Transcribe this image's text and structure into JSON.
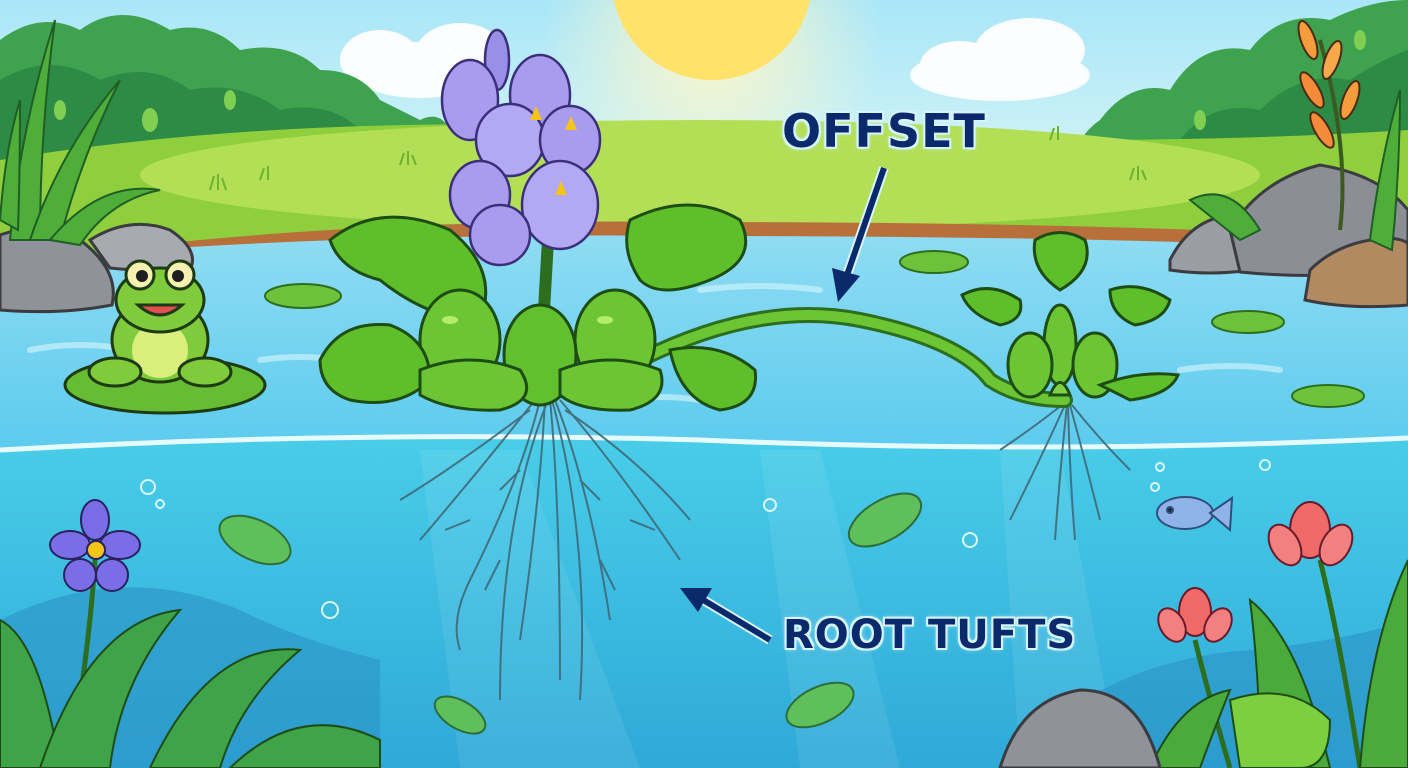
{
  "labels": {
    "offset": "OFFSET",
    "root_tufts": "ROOT TUFTS"
  },
  "scene": {
    "subject": "water hyacinth plant floating in a pond with a connected offset daughter plant",
    "elements": [
      "sun",
      "clouds",
      "trees",
      "grass bank",
      "rocks",
      "frog on lily pad",
      "lily pads",
      "mother plant with purple flower spike",
      "stolon",
      "offset plant",
      "root tufts",
      "fish",
      "bubbles",
      "floating leaves",
      "purple flower",
      "pink flowers",
      "reeds"
    ]
  },
  "colors": {
    "label_text": "#0b2a6b",
    "arrow": "#0b2a6b",
    "sky": "#bdeffb",
    "sun": "#ffe26a",
    "water_surface": "#7fd3ef",
    "water_under": "#3fc3e6",
    "grass": "#a9d94a",
    "bank": "#b8703b",
    "leaf": "#5fbf2a",
    "flower": "#9b8ee8",
    "roots": "#3f6a78"
  }
}
